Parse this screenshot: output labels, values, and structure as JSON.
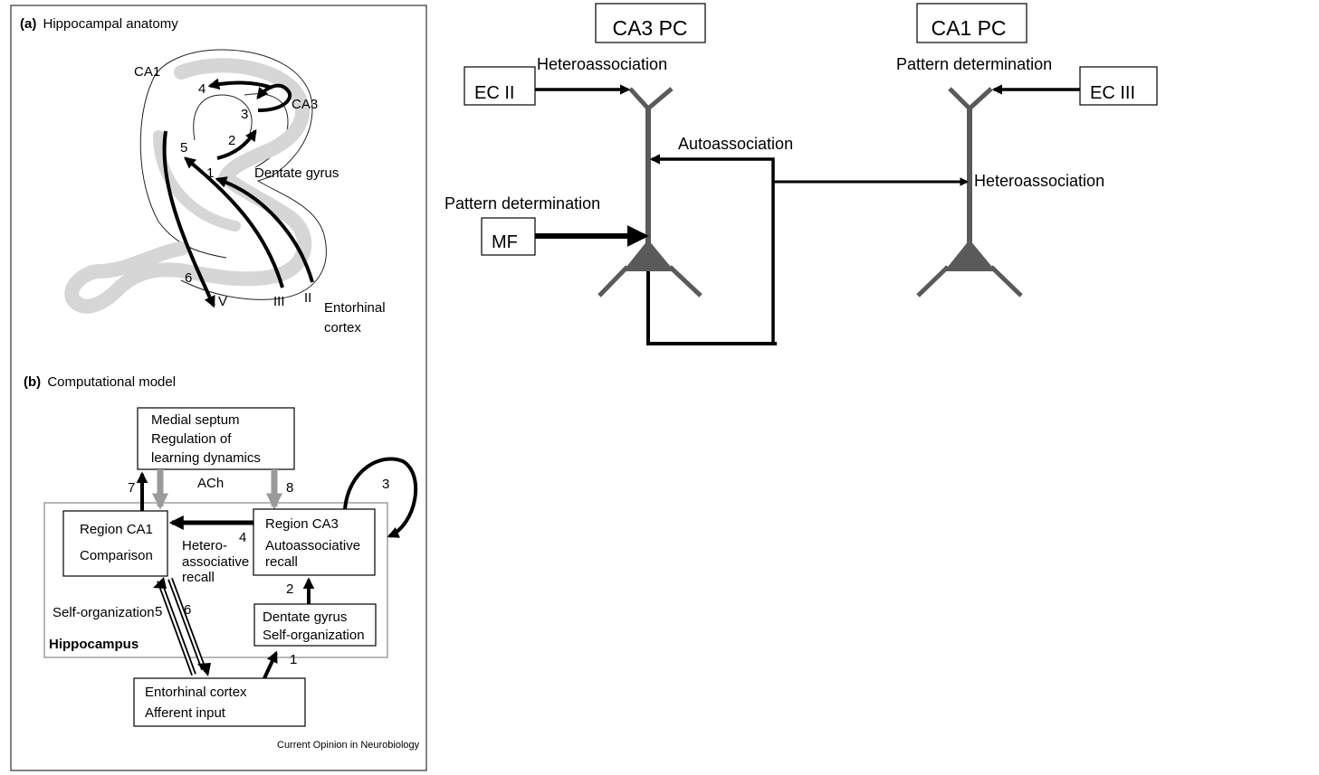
{
  "anatomy": {
    "panel_title_letter": "(a)",
    "panel_title": "Hippocampal anatomy",
    "labels": {
      "ca1": "CA1",
      "ca3": "CA3",
      "dentate": "Dentate gyrus",
      "entorhinal_1": "Entorhinal",
      "entorhinal_2": "cortex",
      "layer_v": "V",
      "layer_iii": "III",
      "layer_ii": "II"
    },
    "pathway_numbers": [
      "1",
      "2",
      "3",
      "4",
      "5",
      "6"
    ]
  },
  "model": {
    "panel_title_letter": "(b)",
    "panel_title": "Computational model",
    "septum": {
      "line1": "Medial septum",
      "line2": "Regulation of",
      "line3": "learning dynamics"
    },
    "ach": "ACh",
    "ca1_box": {
      "line1": "Region CA1",
      "line2": "Comparison"
    },
    "ca3_box": {
      "line1": "Region CA3",
      "line2": "Autoassociative",
      "line3": "recall"
    },
    "dg_box": {
      "line1": "Dentate gyrus",
      "line2": "Self-organization"
    },
    "ec_box": {
      "line1": "Entorhinal cortex",
      "line2": "Afferent input"
    },
    "hetero": {
      "line1": "Hetero-",
      "line2": "associative",
      "line3": "recall"
    },
    "self_org": "Self-organization",
    "hippocampus": "Hippocampus",
    "numbers": {
      "n1": "1",
      "n2": "2",
      "n3": "3",
      "n4": "4",
      "n5": "5",
      "n6": "6",
      "n7": "7",
      "n8": "8"
    },
    "credit": "Current Opinion in Neurobiology"
  },
  "circuit": {
    "ca3_pc": "CA3 PC",
    "ca1_pc": "CA1 PC",
    "ec_ii": "EC II",
    "ec_iii": "EC III",
    "mf": "MF",
    "hetero_top": "Heteroassociation",
    "pattern_det_left": "Pattern determination",
    "pattern_det_right": "Pattern determination",
    "autoassociation": "Autoassociation",
    "hetero_mid": "Heteroassociation"
  },
  "colors": {
    "neuron_gray": "#5a5a5a",
    "region_gray": "#d6d6d6",
    "ach_arrow_gray": "#9a9a9a",
    "panel_border": "#333333"
  }
}
